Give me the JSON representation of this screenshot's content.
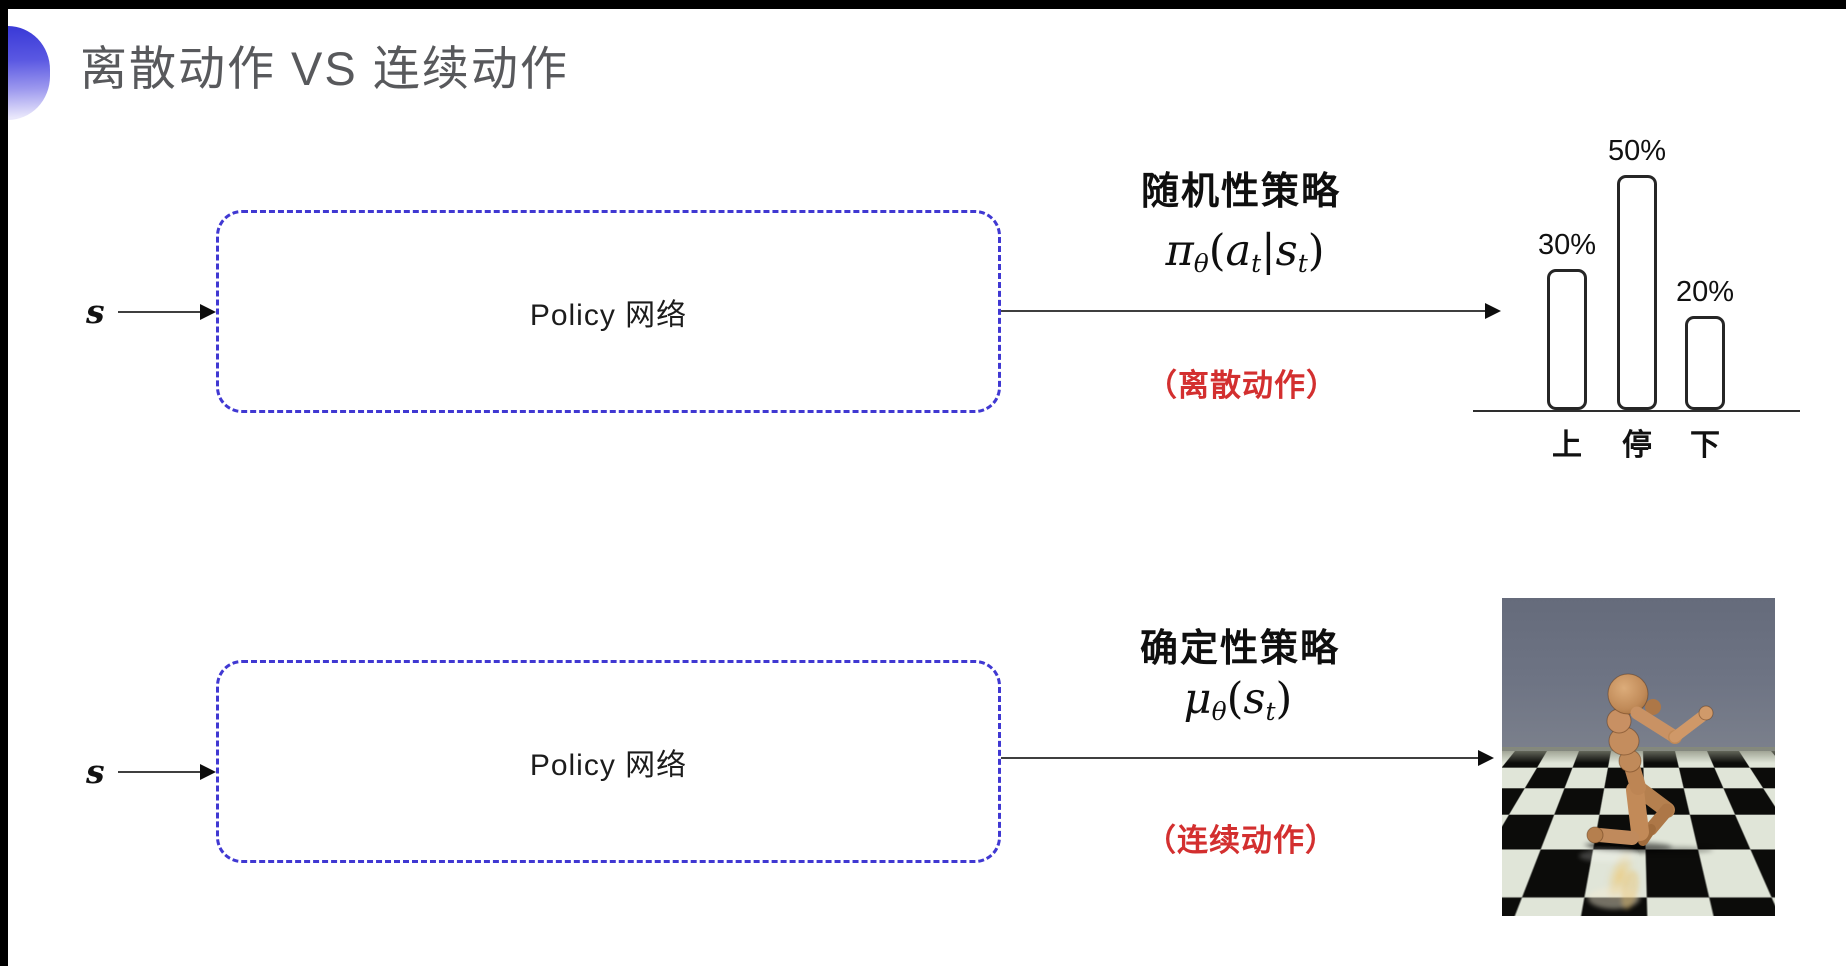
{
  "title": "离散动作 VS 连续动作",
  "rows": {
    "top": {
      "input": "s",
      "box": "Policy 网络",
      "policy_name": "随机性策略",
      "action_note": "（离散动作）"
    },
    "bottom": {
      "input": "s",
      "box": "Policy 网络",
      "policy_name": "确定性策略",
      "action_note": "（连续动作）"
    }
  },
  "formulas": {
    "stochastic": [
      {
        "t": "π",
        "i": 1
      },
      {
        "t": "θ",
        "s": 1
      },
      {
        "t": "("
      },
      {
        "t": "a",
        "i": 1
      },
      {
        "t": "t",
        "s": 1
      },
      {
        "t": "|"
      },
      {
        "t": "s",
        "i": 1
      },
      {
        "t": "t",
        "s": 1
      },
      {
        "t": ")"
      }
    ],
    "deterministic": [
      {
        "t": "μ",
        "i": 1
      },
      {
        "t": "θ",
        "s": 1
      },
      {
        "t": "("
      },
      {
        "t": "s",
        "i": 1
      },
      {
        "t": "t",
        "s": 1
      },
      {
        "t": ")"
      }
    ]
  },
  "chart_data": {
    "type": "bar",
    "categories": [
      "上",
      "停",
      "下"
    ],
    "values": [
      30,
      50,
      20
    ],
    "value_labels": [
      "30%",
      "50%",
      "20%"
    ],
    "title": "",
    "xlabel": "",
    "ylabel": "",
    "ylim": [
      0,
      55
    ],
    "grid": false,
    "legend": false,
    "bar_style": "schematic white bars with dark rounded outline, value labels above, category labels below axis"
  },
  "colors": {
    "accent_blue_dashed": "#4038d2",
    "note_red": "#d32f2f",
    "title_gray": "#58595c",
    "ink": "#111111",
    "scene_sky": "#6e7484",
    "checker_light": "#e0e5d8",
    "checker_dark": "#0c0c0a",
    "humanoid_tan": "#c28a58"
  }
}
